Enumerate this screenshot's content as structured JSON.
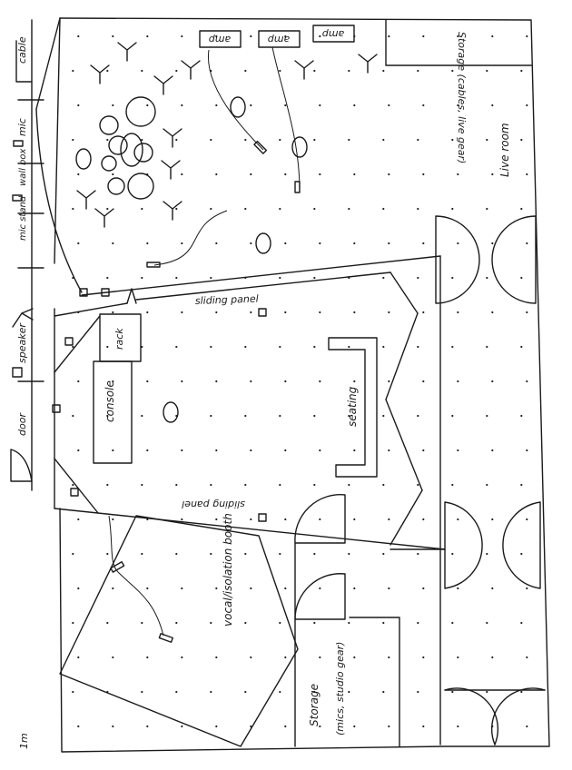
{
  "legend": {
    "items": [
      {
        "icon": "door-icon",
        "label": "door"
      },
      {
        "icon": "speaker-icon",
        "label": "speaker"
      },
      {
        "icon": "mic-stand-icon",
        "label": "mic stand"
      },
      {
        "icon": "wall-box-icon",
        "label": "wall box"
      },
      {
        "icon": "mic-icon",
        "label": "mic"
      },
      {
        "icon": "cable-icon",
        "label": "cable"
      }
    ]
  },
  "rooms": {
    "live_room": "Live room",
    "control_room_console": "console",
    "rack": "rack",
    "seating": "seating",
    "vocal_booth": "vocal/isolation booth",
    "storage_upper": "Storage (cables, live gear)",
    "storage_lower": "Storage",
    "storage_lower_detail": "(mics, studio gear)",
    "sliding_panel_top": "sliding panel",
    "sliding_panel_bottom": "sliding panel"
  },
  "amps": [
    "amp",
    "amp",
    "amp"
  ],
  "scale": "1m"
}
